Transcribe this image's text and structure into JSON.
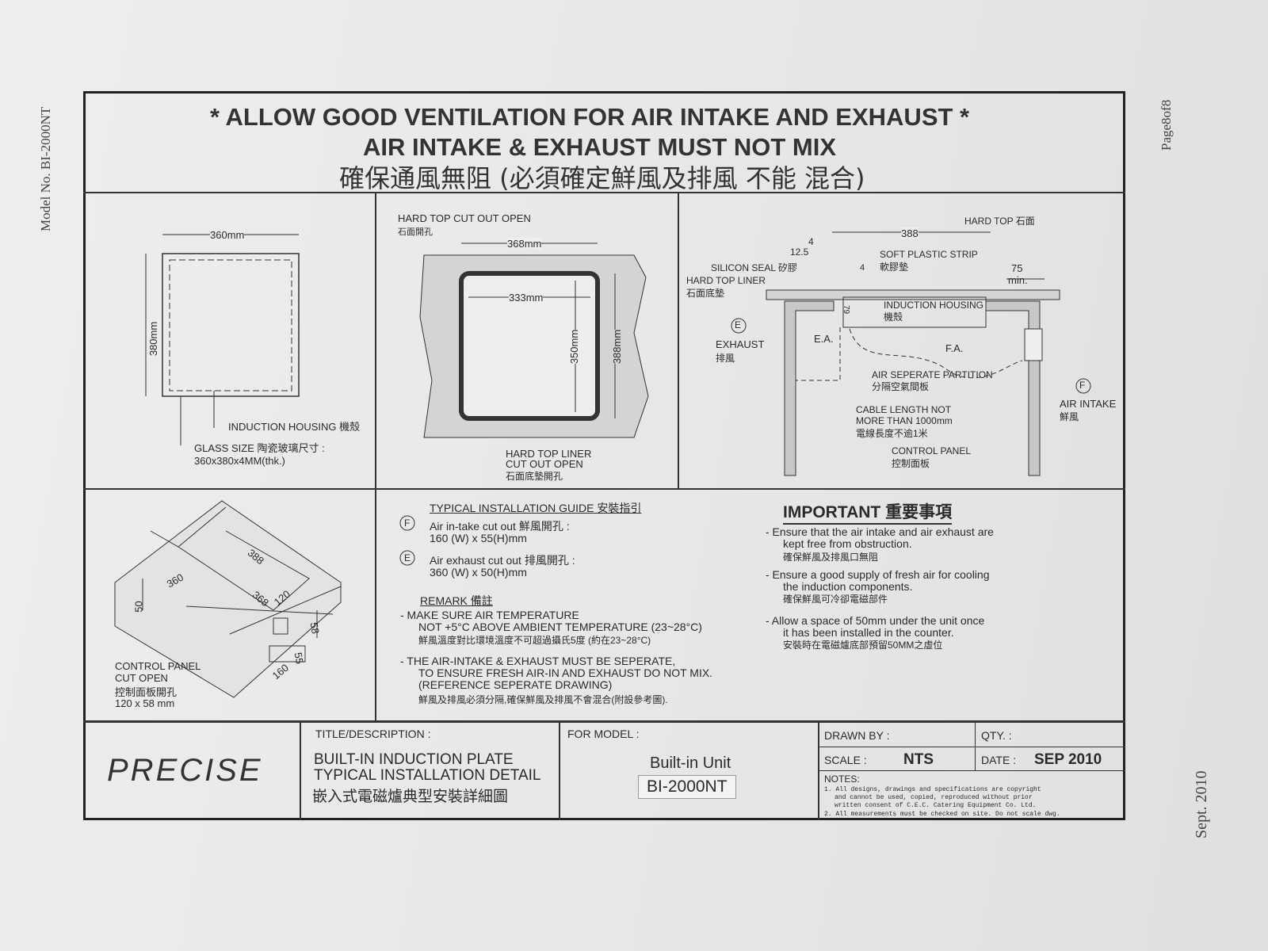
{
  "side": {
    "model": "Model No. BI-2000NT",
    "page": "Page8of8",
    "date": "Sept. 2010"
  },
  "header": {
    "line1": "* ALLOW GOOD VENTILATION FOR AIR INTAKE AND EXHAUST *",
    "line2": "AIR INTAKE & EXHAUST  MUST NOT MIX",
    "line3": "確保通風無阻 (必須確定鮮風及排風 不能 混合)"
  },
  "panel1": {
    "width": "360mm",
    "height": "380mm",
    "housing": "INDUCTION HOUSING 機殼",
    "glass": "GLASS SIZE 陶瓷玻璃尺寸 :",
    "glass_dim": "360x380x4MM(thk.)"
  },
  "panel2": {
    "cutout": "HARD TOP CUT OUT OPEN",
    "cutout_cn": "石面開孔",
    "w_outer": "368mm",
    "w_inner": "333mm",
    "h_inner": "350mm",
    "h_outer": "388mm",
    "liner1": "HARD TOP LINER",
    "liner2": "CUT OUT OPEN",
    "liner_cn": "石面底墊開孔"
  },
  "panel3": {
    "hard_top": "HARD TOP 石面",
    "d388": "388",
    "d4": "4",
    "d12": "12.5",
    "d4b": "4",
    "d79": "79",
    "d75": "75",
    "min": "min.",
    "silicon": "SILICON SEAL 矽膠",
    "liner": "HARD TOP LINER",
    "liner_cn": "石面底墊",
    "strip": "SOFT PLASTIC STRIP",
    "strip_cn": "軟膠墊",
    "housing": "INDUCTION HOUSING",
    "housing_cn": "機殼",
    "e": "E",
    "exhaust": "EXHAUST",
    "exhaust_cn": "排風",
    "ea": "E.A.",
    "fa": "F.A.",
    "partition": "AIR SEPERATE PARTITION",
    "partition_cn": "分隔空氣間板",
    "cable1": "CABLE LENGTH NOT",
    "cable2": "MORE THAN 1000mm",
    "cable_cn": "電線長度不逾1米",
    "panel": "CONTROL PANEL",
    "panel_cn": "控制面板",
    "f": "F",
    "intake": "AIR INTAKE",
    "intake_cn": "鮮風"
  },
  "panel4": {
    "d388": "388",
    "d360": "360",
    "d368": "368",
    "d120": "120",
    "d50": "50",
    "d58": "58",
    "d55": "55",
    "d160": "160",
    "cp1": "CONTROL PANEL",
    "cp2": "CUT OPEN",
    "cp_cn": "控制面板開孔",
    "cp_dim": "120 x 58 mm"
  },
  "guide": {
    "title": "TYPICAL INSTALLATION GUIDE 安裝指引",
    "f": "F",
    "f1": "Air in-take cut out 鮮風開孔 :",
    "f2": "160 (W) x 55(H)mm",
    "e": "E",
    "e1": "Air exhaust cut out 排風開孔 :",
    "e2": "360 (W) x 50(H)mm",
    "remark": "REMARK 備註",
    "r1a": "- MAKE SURE AIR TEMPERATURE",
    "r1b": "NOT +5°C ABOVE AMBIENT TEMPERATURE (23~28°C)",
    "r1c": "鮮風溫度對比環境溫度不可超過攝氏5度 (約在23~28°C)",
    "r2a": "- THE AIR-INTAKE & EXHAUST MUST BE SEPERATE,",
    "r2b": "TO ENSURE FRESH AIR-IN AND EXHAUST DO NOT MIX.",
    "r2c": "(REFERENCE SEPERATE DRAWING)",
    "r2d": "鮮風及排風必須分隔,確保鮮風及排風不會混合(附設參考圖)."
  },
  "important": {
    "title": "IMPORTANT 重要事項",
    "i1a": "- Ensure that the air intake and air exhaust are",
    "i1b": "kept free from obstruction.",
    "i1c": "確保鮮風及排風口無阻",
    "i2a": "- Ensure a good supply of fresh air for cooling",
    "i2b": "the induction components.",
    "i2c": "確保鮮風可冷卻電磁部件",
    "i3a": "- Allow a space of 50mm under the unit once",
    "i3b": "it has been installed in the counter.",
    "i3c": "安裝時在電磁爐底部預留50MM之虛位"
  },
  "titleblock": {
    "logo": "PRECISE",
    "title_label": "TITLE/DESCRIPTION :",
    "title1": "BUILT-IN INDUCTION PLATE",
    "title2": "TYPICAL INSTALLATION DETAIL",
    "title3": "嵌入式電磁爐典型安裝詳細圖",
    "model_label": "FOR MODEL :",
    "model1": "Built-in Unit",
    "model2": "BI-2000NT",
    "drawn": "DRAWN BY :",
    "qty": "QTY. :",
    "scale": "SCALE :",
    "scale_val": "NTS",
    "date": "DATE :",
    "date_val": "SEP 2010",
    "notes": "NOTES:",
    "n1a": "1. All designs, drawings and specifications are copyright",
    "n1b": "and cannot be used, copied, reproduced without prior",
    "n1c": "written consent of C.E.C. Catering Equipment Co. Ltd.",
    "n2": "2. All measurements must be checked on site. Do not scale dwg."
  }
}
